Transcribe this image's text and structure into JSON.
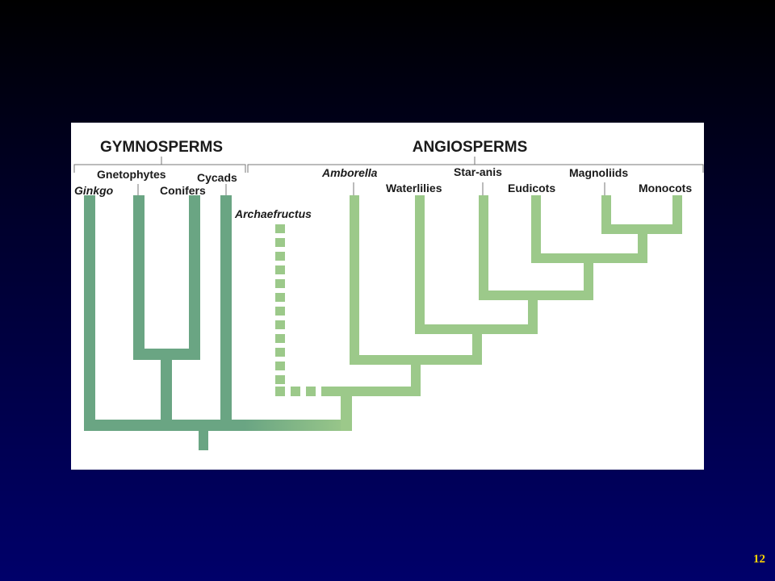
{
  "diagram": {
    "groups": [
      {
        "key": "gymnosperms",
        "label": "GYMNOSPERMS"
      },
      {
        "key": "angiosperms",
        "label": "ANGIOSPERMS"
      }
    ],
    "taxa": [
      {
        "key": "ginkgo",
        "label": "Ginkgo",
        "italic": true
      },
      {
        "key": "gnetophytes",
        "label": "Gnetophytes",
        "italic": false
      },
      {
        "key": "conifers",
        "label": "Conifers",
        "italic": false
      },
      {
        "key": "cycads",
        "label": "Cycads",
        "italic": false
      },
      {
        "key": "archaefructus",
        "label": "Archaefructus",
        "italic": true,
        "extinct": true
      },
      {
        "key": "amborella",
        "label": "Amborella",
        "italic": true
      },
      {
        "key": "waterlilies",
        "label": "Waterlilies",
        "italic": false
      },
      {
        "key": "star_anis",
        "label": "Star-anis",
        "italic": false
      },
      {
        "key": "eudicots",
        "label": "Eudicots",
        "italic": false
      },
      {
        "key": "magnoliids",
        "label": "Magnoliids",
        "italic": false
      },
      {
        "key": "monocots",
        "label": "Monocots",
        "italic": false
      }
    ],
    "colors": {
      "gymnosperm_branch": "#6aa583",
      "angiosperm_branch": "#9cc98a"
    }
  },
  "page_number": "12"
}
